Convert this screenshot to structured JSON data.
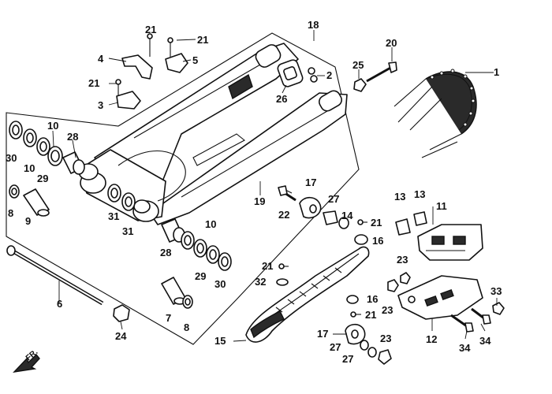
{
  "diagram": {
    "front_indicator": "FR.",
    "callouts": [
      {
        "id": "c1",
        "label": "1"
      },
      {
        "id": "c2",
        "label": "2"
      },
      {
        "id": "c3",
        "label": "3"
      },
      {
        "id": "c4",
        "label": "4"
      },
      {
        "id": "c5",
        "label": "5"
      },
      {
        "id": "c6",
        "label": "6"
      },
      {
        "id": "c7",
        "label": "7"
      },
      {
        "id": "c8a",
        "label": "8"
      },
      {
        "id": "c8b",
        "label": "8"
      },
      {
        "id": "c9",
        "label": "9"
      },
      {
        "id": "c10a",
        "label": "10"
      },
      {
        "id": "c10b",
        "label": "10"
      },
      {
        "id": "c10c",
        "label": "10"
      },
      {
        "id": "c11",
        "label": "11"
      },
      {
        "id": "c12",
        "label": "12"
      },
      {
        "id": "c13a",
        "label": "13"
      },
      {
        "id": "c13b",
        "label": "13"
      },
      {
        "id": "c14",
        "label": "14"
      },
      {
        "id": "c15",
        "label": "15"
      },
      {
        "id": "c16a",
        "label": "16"
      },
      {
        "id": "c16b",
        "label": "16"
      },
      {
        "id": "c17a",
        "label": "17"
      },
      {
        "id": "c17b",
        "label": "17"
      },
      {
        "id": "c18",
        "label": "18"
      },
      {
        "id": "c19",
        "label": "19"
      },
      {
        "id": "c20",
        "label": "20"
      },
      {
        "id": "c21a",
        "label": "21"
      },
      {
        "id": "c21b",
        "label": "21"
      },
      {
        "id": "c21c",
        "label": "21"
      },
      {
        "id": "c21d",
        "label": "21"
      },
      {
        "id": "c21e",
        "label": "21"
      },
      {
        "id": "c21f",
        "label": "21"
      },
      {
        "id": "c22",
        "label": "22"
      },
      {
        "id": "c23a",
        "label": "23"
      },
      {
        "id": "c23b",
        "label": "23"
      },
      {
        "id": "c23c",
        "label": "23"
      },
      {
        "id": "c24",
        "label": "24"
      },
      {
        "id": "c25",
        "label": "25"
      },
      {
        "id": "c26",
        "label": "26"
      },
      {
        "id": "c27a",
        "label": "27"
      },
      {
        "id": "c27b",
        "label": "27"
      },
      {
        "id": "c27c",
        "label": "27"
      },
      {
        "id": "c28a",
        "label": "28"
      },
      {
        "id": "c28b",
        "label": "28"
      },
      {
        "id": "c29a",
        "label": "29"
      },
      {
        "id": "c29b",
        "label": "29"
      },
      {
        "id": "c30a",
        "label": "30"
      },
      {
        "id": "c30b",
        "label": "30"
      },
      {
        "id": "c31a",
        "label": "31"
      },
      {
        "id": "c31b",
        "label": "31"
      },
      {
        "id": "c32",
        "label": "32"
      },
      {
        "id": "c33",
        "label": "33"
      },
      {
        "id": "c34a",
        "label": "34"
      },
      {
        "id": "c34b",
        "label": "34"
      }
    ]
  }
}
